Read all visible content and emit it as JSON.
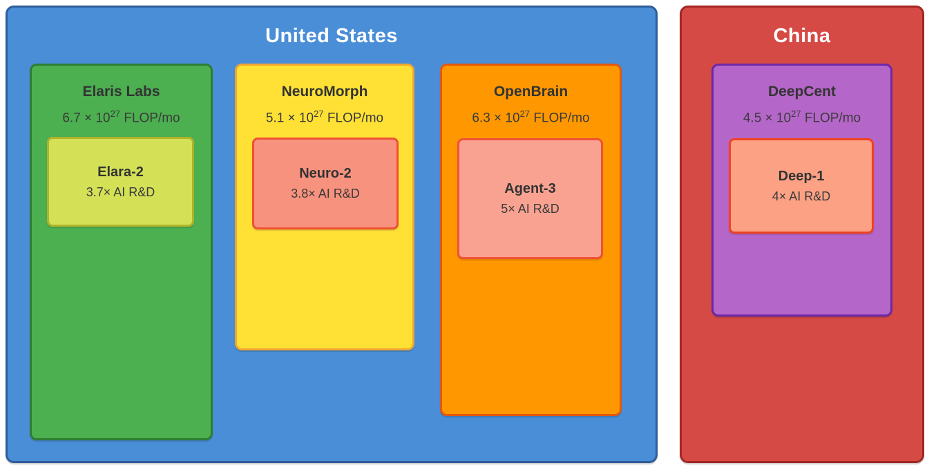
{
  "countries": [
    {
      "name": "United States",
      "colors": {
        "fill": "#4a8ed7",
        "border": "#2d5d9b"
      },
      "companies": [
        {
          "name": "Elaris Labs",
          "flop_base": "6.7 × 10",
          "flop_exp": "27",
          "flop_unit": "FLOP/mo",
          "colors": {
            "fill": "#4caf50",
            "border": "#2e7d32"
          },
          "model": {
            "name": "Elara-2",
            "rnd": "3.7× AI R&D",
            "colors": {
              "fill": "#d4e157",
              "border": "#afb42b"
            }
          }
        },
        {
          "name": "NeuroMorph",
          "flop_base": "5.1 × 10",
          "flop_exp": "27",
          "flop_unit": "FLOP/mo",
          "colors": {
            "fill": "#ffe135",
            "border": "#f2a72e"
          },
          "model": {
            "name": "Neuro-2",
            "rnd": "3.8× AI R&D",
            "colors": {
              "fill": "#f7927e",
              "border": "#ef5135"
            }
          }
        },
        {
          "name": "OpenBrain",
          "flop_base": "6.3 × 10",
          "flop_exp": "27",
          "flop_unit": "FLOP/mo",
          "colors": {
            "fill": "#ff9800",
            "border": "#e4580b"
          },
          "model": {
            "name": "Agent-3",
            "rnd": "5× AI R&D",
            "colors": {
              "fill": "#f9a291",
              "border": "#ef5135"
            }
          }
        }
      ]
    },
    {
      "name": "China",
      "colors": {
        "fill": "#d64a45",
        "border": "#a32723"
      },
      "companies": [
        {
          "name": "DeepCent",
          "flop_base": "4.5 × 10",
          "flop_exp": "27",
          "flop_unit": "FLOP/mo",
          "colors": {
            "fill": "#b566c9",
            "border": "#6d28a8"
          },
          "model": {
            "name": "Deep-1",
            "rnd": "4× AI R&D",
            "colors": {
              "fill": "#fda184",
              "border": "#f04220"
            }
          }
        }
      ]
    }
  ]
}
